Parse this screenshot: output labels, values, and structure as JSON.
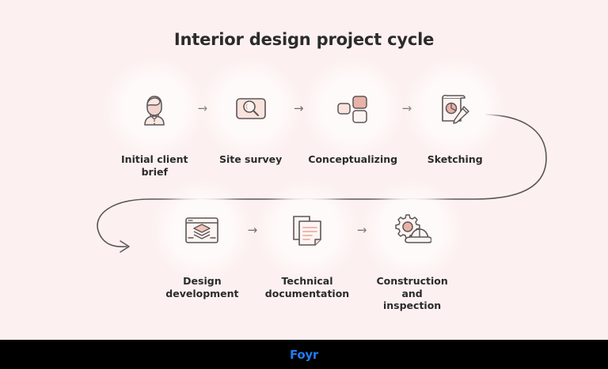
{
  "page": {
    "title": "Interior design project cycle",
    "background_color": "#fcf1f0",
    "circle_color": "#fffafa",
    "text_color": "#2b2b2b",
    "line_color": "#5b5656",
    "accent_pink": "#e8b2a7",
    "footer_background": "#000000"
  },
  "footer": {
    "logo": "Foyr",
    "logo_color": "#1f7cf2"
  },
  "arrows": {
    "glyph": "→"
  },
  "flow": {
    "top_row": [
      {
        "label": "Initial client\nbrief",
        "icon": "person-icon"
      },
      {
        "label": "Site survey",
        "icon": "magnifier-screen-icon"
      },
      {
        "label": "Conceptualizing",
        "icon": "blocks-icon"
      },
      {
        "label": "Sketching",
        "icon": "sketchpad-pencil-icon"
      }
    ],
    "bottom_row": [
      {
        "label": "Design\ndevelopment",
        "icon": "layers-window-icon"
      },
      {
        "label": "Technical\ndocumentation",
        "icon": "documents-icon"
      },
      {
        "label": "Construction\nand inspection",
        "icon": "gear-helmet-icon"
      }
    ]
  }
}
